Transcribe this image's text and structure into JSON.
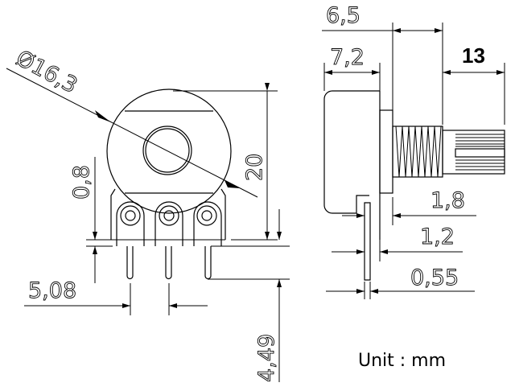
{
  "front_view": {
    "diameter": "Ø16,3",
    "height": "20",
    "base_offset": "0,8",
    "pin_pitch": "5,08",
    "pin_length": "4,49"
  },
  "side_view": {
    "bushing_length": "6,5",
    "body_depth": "7,2",
    "shaft_length": "13",
    "pin_offset": "1,8",
    "plate_offset": "1,2",
    "pin_thickness": "0,55"
  },
  "unit_label": "Unit : mm"
}
